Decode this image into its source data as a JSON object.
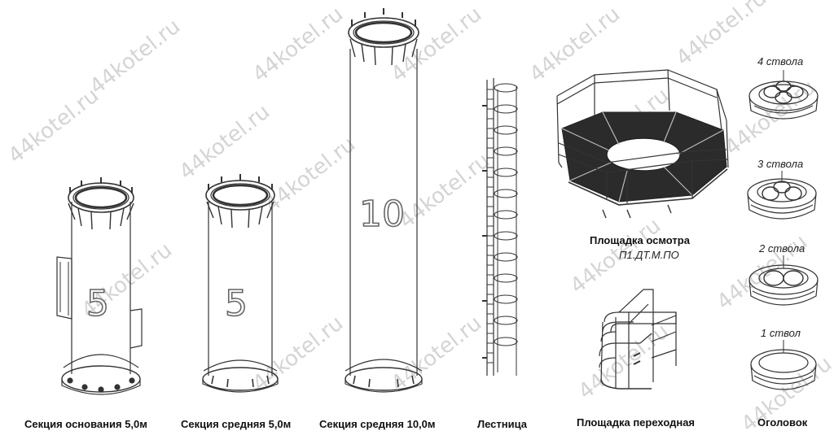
{
  "watermark": "44kotel.ru",
  "components": {
    "base_section": {
      "label": "Секция основания 5,0м",
      "number": "5"
    },
    "middle_section_5": {
      "label": "Секция средняя 5,0м",
      "number": "5"
    },
    "middle_section_10": {
      "label": "Секция средняя 10,0м",
      "number": "10"
    },
    "ladder": {
      "label": "Лестница"
    },
    "inspection_platform": {
      "label": "Площадка осмотра",
      "code": "П1.ДТ.М.ПО"
    },
    "transition_platform": {
      "label": "Площадка переходная"
    },
    "headpiece": {
      "label": "Оголовок",
      "variants": [
        {
          "label": "4 ствола"
        },
        {
          "label": "3 ствола"
        },
        {
          "label": "2 ствола"
        },
        {
          "label": "1 ствол"
        }
      ]
    }
  },
  "colors": {
    "line": "#333333",
    "watermark": "#d4d4d4",
    "grating": "#2b2b2b"
  }
}
